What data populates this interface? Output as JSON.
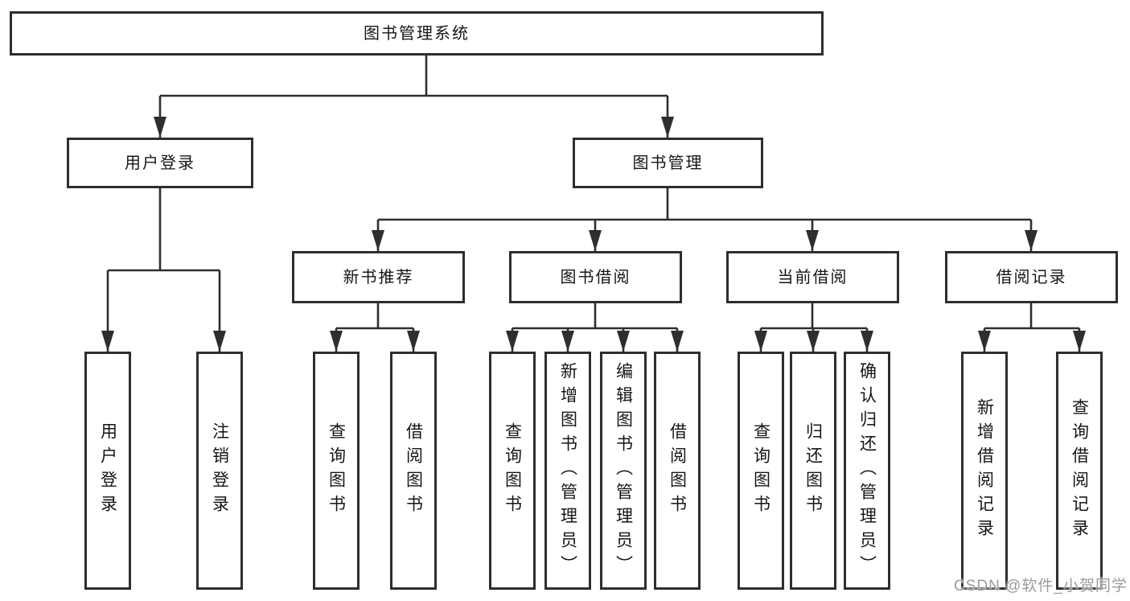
{
  "tree": {
    "root": "图书管理系统",
    "branches": [
      {
        "label": "用户登录",
        "children": [
          "用户登录",
          "注销登录"
        ]
      },
      {
        "label": "图书管理",
        "groups": [
          {
            "label": "新书推荐",
            "children": [
              "查询图书",
              "借阅图书"
            ]
          },
          {
            "label": "图书借阅",
            "children": [
              "查询图书",
              "新增图书（管理员）",
              "编辑图书（管理员）",
              "借阅图书"
            ]
          },
          {
            "label": "当前借阅",
            "children": [
              "查询图书",
              "归还图书",
              "确认归还（管理员）"
            ]
          },
          {
            "label": "借阅记录",
            "children": [
              "新增借阅记录",
              "查询借阅记录"
            ]
          }
        ]
      }
    ]
  },
  "watermark": "CSDN @软件_小贺同学",
  "colors": {
    "line": "#2e2e2e",
    "box_border": "#2e2e2e",
    "text": "#161616",
    "watermark": "#9b9b9b",
    "background": "#ffffff"
  }
}
